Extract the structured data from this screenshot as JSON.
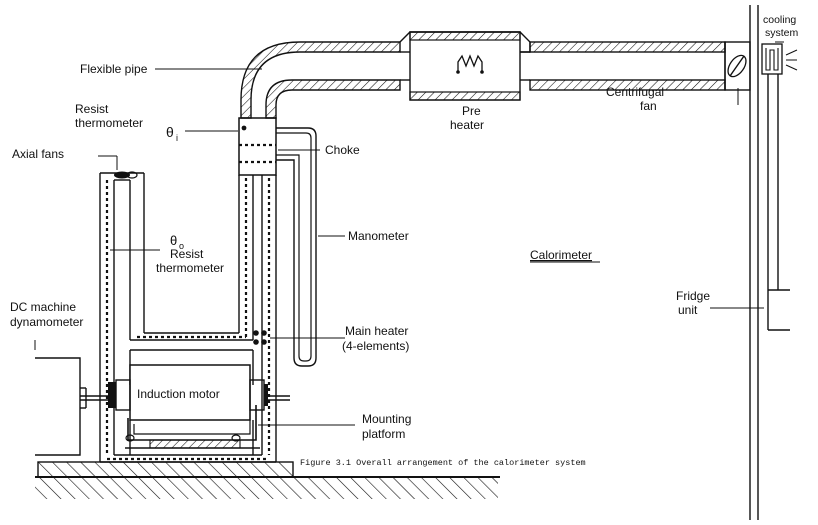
{
  "labels": {
    "flexible_pipe": "Flexible pipe",
    "resist_thermometer_top_1": "Resist",
    "resist_thermometer_top_2": "thermometer",
    "theta_i": "θ",
    "theta_i_sub": "i",
    "axial_fans": "Axial fans",
    "choke": "Choke",
    "theta_o": "θ",
    "theta_o_sub": "o",
    "resist_thermometer_mid_1": "Resist",
    "resist_thermometer_mid_2": "thermometer",
    "manometer": "Manometer",
    "pre_heater_1": "Pre",
    "pre_heater_2": "heater",
    "cooling_system_1": "cooling",
    "cooling_system_2": "system",
    "centrifugal_fan_1": "Centrifugal",
    "centrifugal_fan_2": "fan",
    "calorimeter": "Calorimeter",
    "dc_machine_1": "DC machine",
    "dc_machine_2": "dynamometer",
    "fridge_unit_1": "Fridge",
    "fridge_unit_2": "unit",
    "main_heater_1": "Main heater",
    "main_heater_2": "(4-elements)",
    "induction_motor": "Induction motor",
    "mounting_platform_1": "Mounting",
    "mounting_platform_2": "platform"
  },
  "caption": "Figure 3.1 Overall arrangement of the calorimeter system"
}
